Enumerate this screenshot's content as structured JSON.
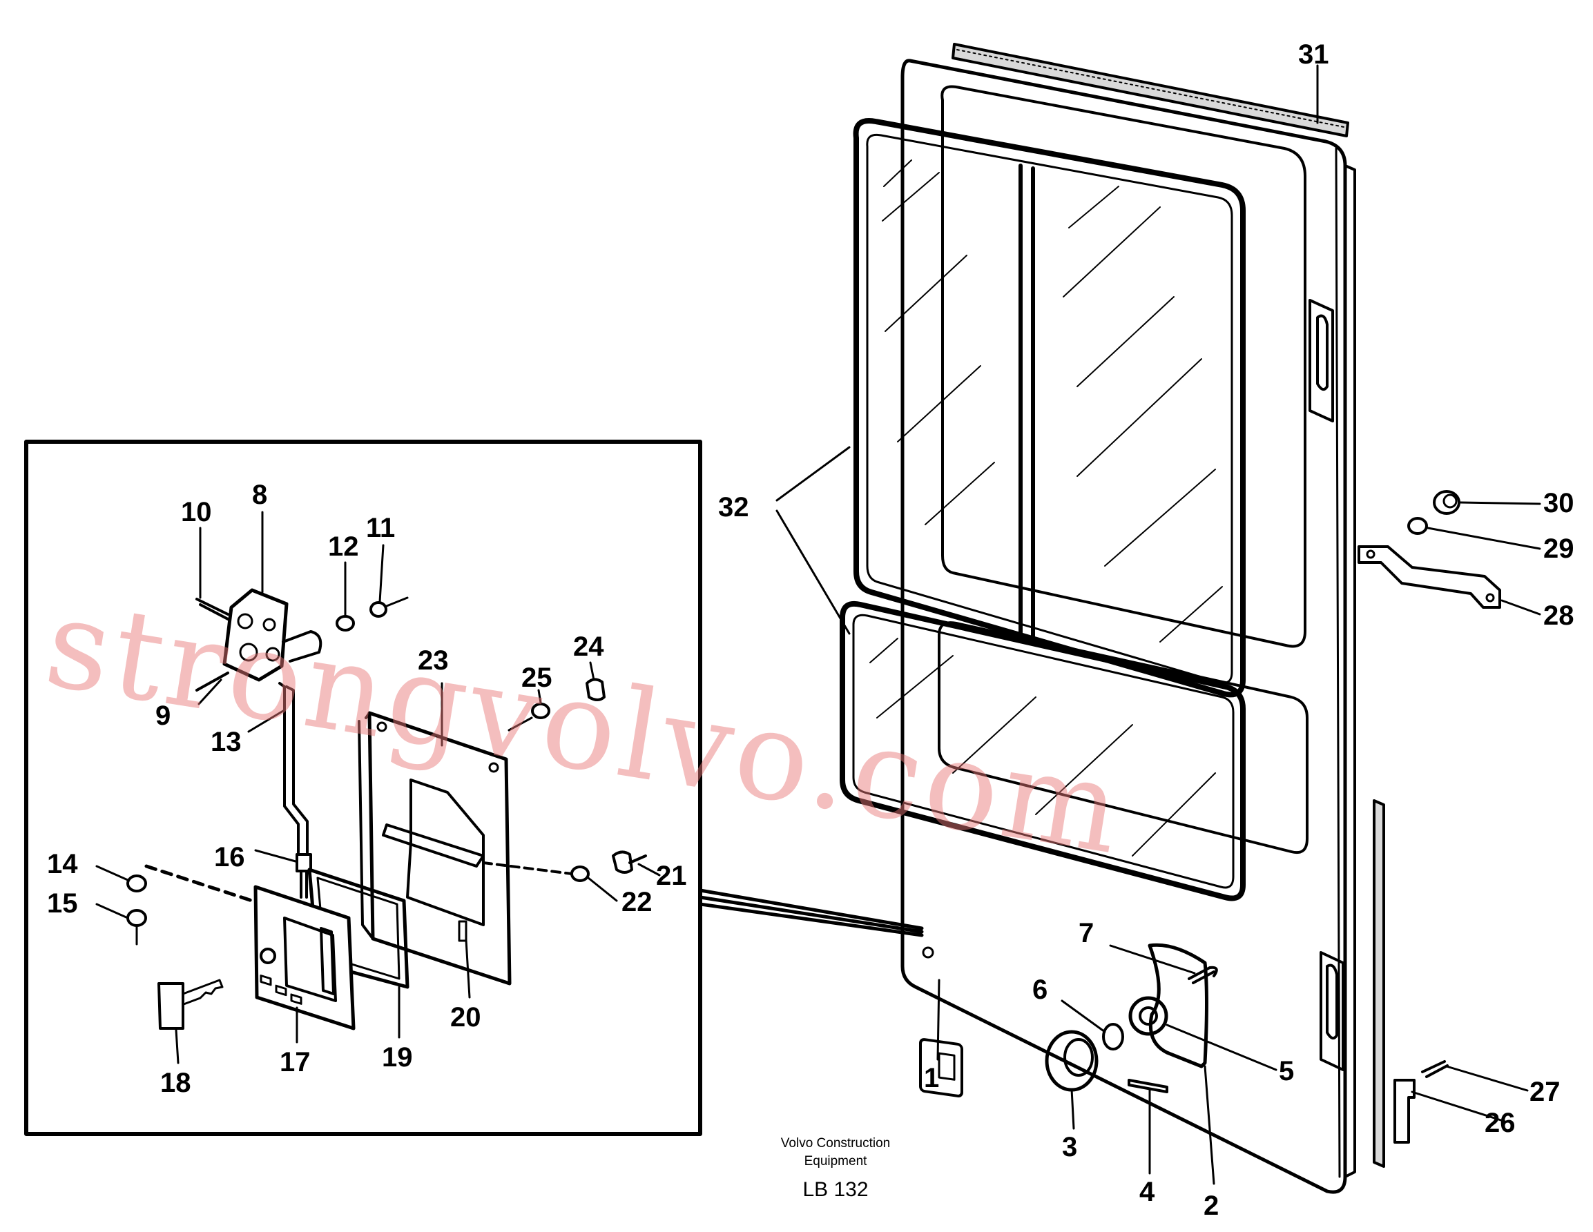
{
  "publisher": {
    "line1": "Volvo Construction",
    "line2": "Equipment"
  },
  "figure_code": "LB 132",
  "watermark": "strongvolvo.com",
  "callouts": [
    {
      "id": "1",
      "label": "1"
    },
    {
      "id": "2",
      "label": "2"
    },
    {
      "id": "3",
      "label": "3"
    },
    {
      "id": "4",
      "label": "4"
    },
    {
      "id": "5",
      "label": "5"
    },
    {
      "id": "6",
      "label": "6"
    },
    {
      "id": "7",
      "label": "7"
    },
    {
      "id": "8",
      "label": "8"
    },
    {
      "id": "9",
      "label": "9"
    },
    {
      "id": "10",
      "label": "10"
    },
    {
      "id": "11",
      "label": "11"
    },
    {
      "id": "12",
      "label": "12"
    },
    {
      "id": "13",
      "label": "13"
    },
    {
      "id": "14",
      "label": "14"
    },
    {
      "id": "15",
      "label": "15"
    },
    {
      "id": "16",
      "label": "16"
    },
    {
      "id": "17",
      "label": "17"
    },
    {
      "id": "18",
      "label": "18"
    },
    {
      "id": "19",
      "label": "19"
    },
    {
      "id": "20",
      "label": "20"
    },
    {
      "id": "21",
      "label": "21"
    },
    {
      "id": "22",
      "label": "22"
    },
    {
      "id": "23",
      "label": "23"
    },
    {
      "id": "24",
      "label": "24"
    },
    {
      "id": "25",
      "label": "25"
    },
    {
      "id": "26",
      "label": "26"
    },
    {
      "id": "27",
      "label": "27"
    },
    {
      "id": "28",
      "label": "28"
    },
    {
      "id": "29",
      "label": "29"
    },
    {
      "id": "30",
      "label": "30"
    },
    {
      "id": "31",
      "label": "31"
    },
    {
      "id": "32",
      "label": "32"
    }
  ]
}
